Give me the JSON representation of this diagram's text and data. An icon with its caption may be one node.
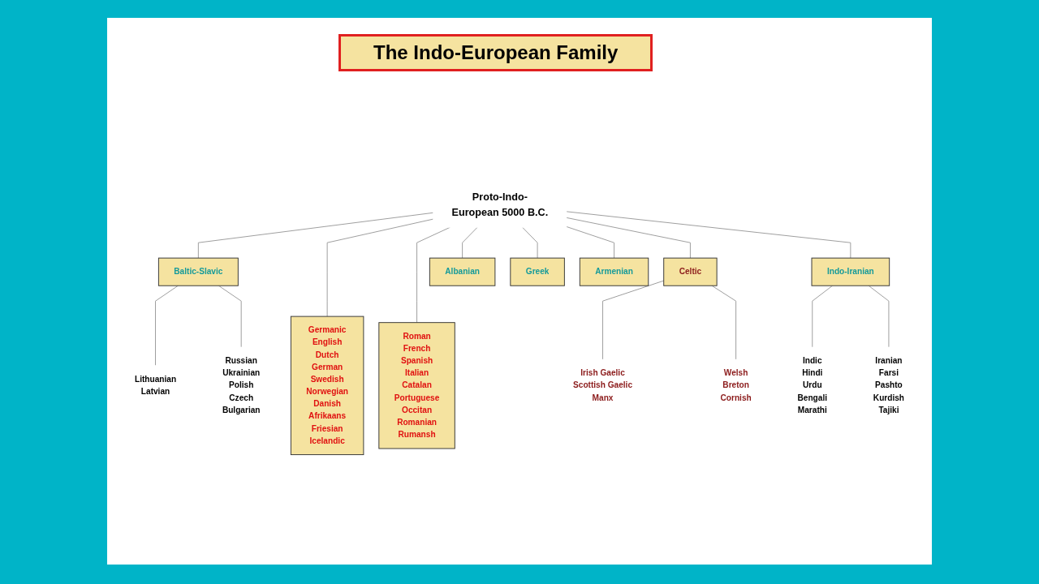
{
  "diagram": {
    "title": "The Indo-European Family",
    "nodes": [
      {
        "text": [
          "Proto-Indo-European 5000 B.C."
        ]
      },
      {
        "text": [
          "Baltic-Slavic"
        ]
      },
      {
        "text": [
          "Lithuanian",
          "Latvian"
        ]
      },
      {
        "text": [
          "Russian",
          "Ukrainian",
          "Polish",
          "Czech",
          "Bulgarian"
        ]
      },
      {
        "text": [
          "Indo-Iranian"
        ]
      },
      {
        "text": [
          "Indic",
          "Hindi",
          "Urdu",
          "Bengali",
          "Marathi"
        ]
      },
      {
        "text": [
          "Iranian",
          "Farsi",
          "Pashto",
          "Kurdish",
          "Tajiki"
        ]
      },
      {
        "text": [
          "Germanic",
          "English",
          "Dutch",
          "German",
          "Swedish",
          "Norwegian",
          "Danish",
          "Afrikaans",
          "Friesian",
          "Icelandic"
        ]
      },
      {
        "text": [
          "Roman",
          "French",
          "Spanish",
          "Italian",
          "Catalan",
          "Portuguese",
          "Occitan",
          "Romanian",
          "Rumansh"
        ]
      },
      {
        "text": [
          "Celtic"
        ]
      },
      {
        "text": [
          "Irish Gaelic",
          "Scottish Gaelic",
          "Manx"
        ]
      },
      {
        "text": [
          "Welsh",
          "Breton",
          "Cornish"
        ]
      },
      {
        "text": [
          "Albanian"
        ]
      },
      {
        "text": [
          "Greek"
        ]
      },
      {
        "text": [
          "Armenian"
        ]
      }
    ],
    "edges": [
      {
        "from": 0,
        "to": 1,
        "arrow": "none"
      },
      {
        "from": 0,
        "to": 7,
        "arrow": "none"
      },
      {
        "from": 0,
        "to": 8,
        "arrow": "none"
      },
      {
        "from": 0,
        "to": 9,
        "arrow": "none"
      },
      {
        "from": 0,
        "to": 12,
        "arrow": "none"
      },
      {
        "from": 0,
        "to": 13,
        "arrow": "none"
      },
      {
        "from": 0,
        "to": 14,
        "arrow": "none"
      },
      {
        "from": 0,
        "to": 4,
        "arrow": "none"
      },
      {
        "from": 1,
        "to": 2,
        "arrow": "none"
      },
      {
        "from": 1,
        "to": 3,
        "arrow": "none"
      },
      {
        "from": 9,
        "to": 10,
        "arrow": "none"
      },
      {
        "from": 9,
        "to": 11,
        "arrow": "none"
      },
      {
        "from": 4,
        "to": 5,
        "arrow": "none"
      },
      {
        "from": 4,
        "to": 6,
        "arrow": "none"
      }
    ]
  }
}
